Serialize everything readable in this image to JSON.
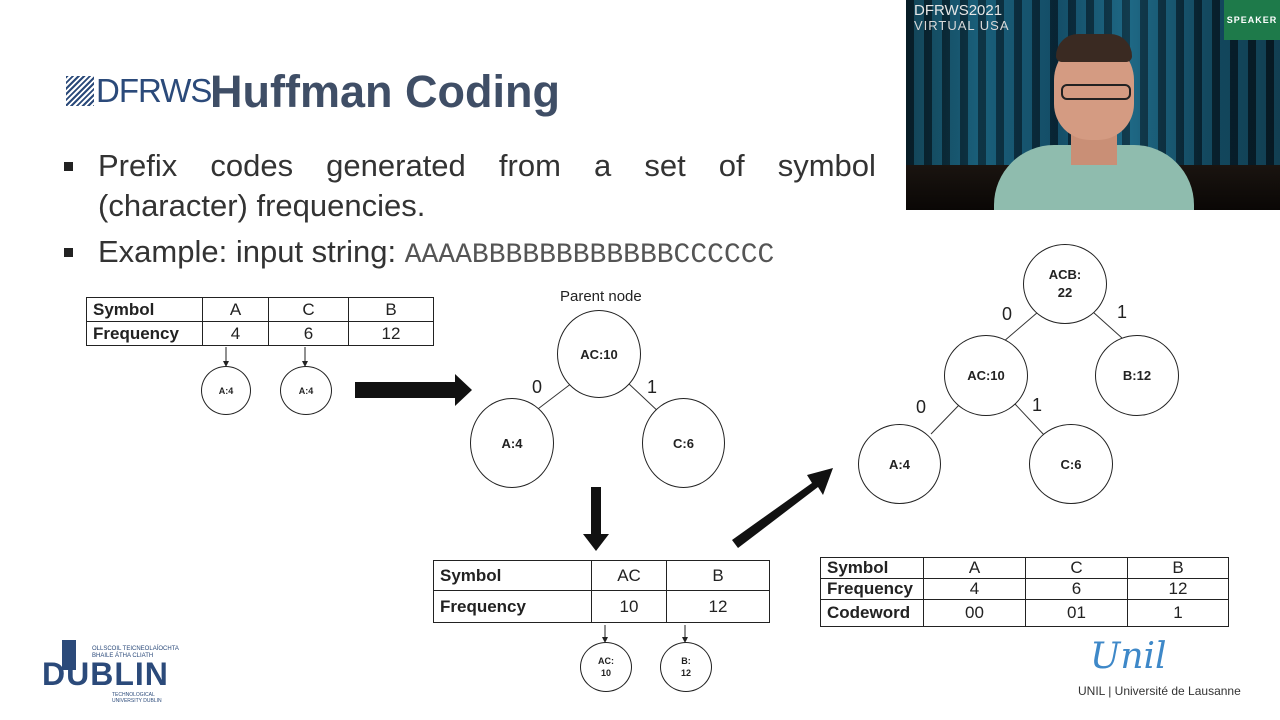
{
  "header": {
    "logo_text": "DFRWS",
    "title": "Huffman Coding"
  },
  "bullets": {
    "b1_words": [
      "Prefix",
      "codes",
      "generated",
      "from",
      "a",
      "set",
      "of",
      "symbol"
    ],
    "b1_line2": "(character) frequencies.",
    "b2_prefix": "Example: input string: ",
    "b2_string": "AAAABBBBBBBBBBBBCCCCCC"
  },
  "table1": {
    "row1": [
      "Symbol",
      "A",
      "C",
      "B"
    ],
    "row2": [
      "Frequency",
      "4",
      "6",
      "12"
    ]
  },
  "small_nodes_1": [
    "A:4",
    "A:4"
  ],
  "tree1": {
    "parent_label": "Parent node",
    "root": "AC:10",
    "left": "A:4",
    "right": "C:6",
    "edge_left": "0",
    "edge_right": "1"
  },
  "table2": {
    "row1": [
      "Symbol",
      "AC",
      "B"
    ],
    "row2": [
      "Frequency",
      "10",
      "12"
    ]
  },
  "small_nodes_2": [
    "AC:\n10",
    "B:\n12"
  ],
  "tree2": {
    "root": "ACB:\n22",
    "mid": "AC:10",
    "right": "B:12",
    "ll": "A:4",
    "lr": "C:6",
    "e_root_left": "0",
    "e_root_right": "1",
    "e_mid_left": "0",
    "e_mid_right": "1"
  },
  "table3": {
    "row1": [
      "Symbol",
      "A",
      "C",
      "B"
    ],
    "row2": [
      "Frequency",
      "4",
      "6",
      "12"
    ],
    "row3": [
      "Codeword",
      "00",
      "01",
      "1"
    ]
  },
  "video": {
    "title": "DFRWS2021",
    "subtitle": "VIRTUAL USA",
    "badge": "SPEAKER"
  },
  "logos": {
    "tud_small": "OLLSCOIL TEICNEOLAÍOCHTA\nBHAILE ÁTHA CLIATH",
    "tud_main": "DUBLIN",
    "tud_sub": "TECHNOLOGICAL\nUNIVERSITY DUBLIN",
    "unil_script": "Unil",
    "unil_text": "UNIL | Université de Lausanne"
  }
}
